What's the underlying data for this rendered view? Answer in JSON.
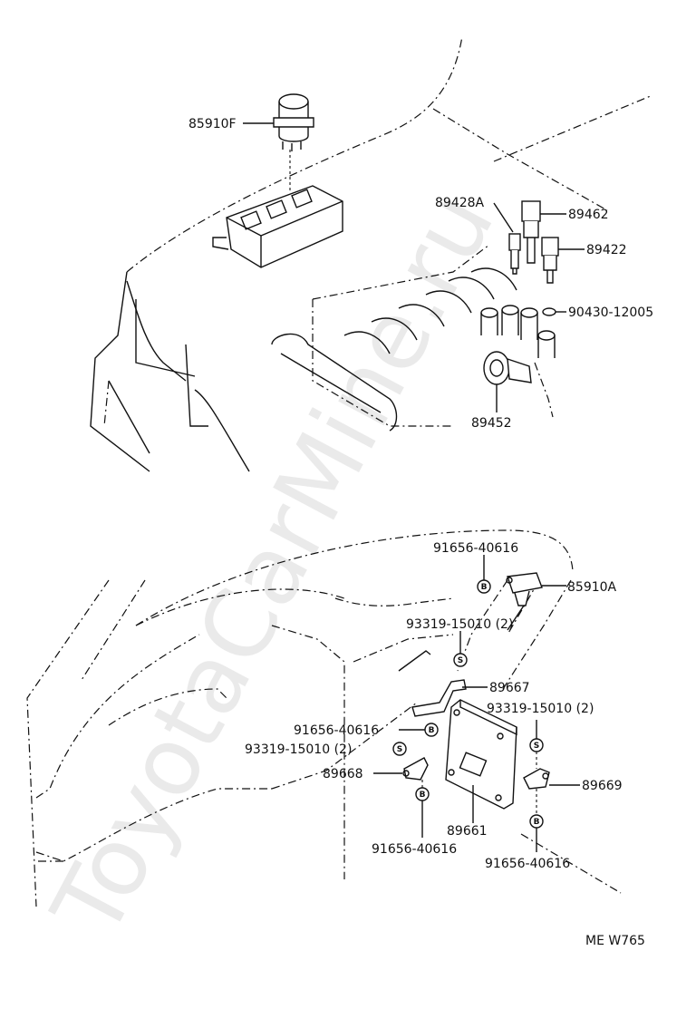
{
  "watermark": "ToyotaCarMine.ru",
  "figure_code": "ME W765",
  "part_labels": {
    "relay_top": "85910F",
    "sensor_a": "89428A",
    "sensor_b": "89462",
    "sensor_c": "89422",
    "gasket": "90430-12005",
    "sensor_d": "89452",
    "bolt_top": "91656-40616",
    "relay_cab": "85910A",
    "screw_top": "93319-15010 (2)",
    "bracket_top": "89667",
    "screw_right": "93319-15010 (2)",
    "bolt_left": "91656-40616",
    "screw_left": "93319-15010 (2)",
    "bracket_left": "89668",
    "bracket_right": "89669",
    "ecu": "89661",
    "bolt_bottom_left": "91656-40616",
    "bolt_bottom_right": "91656-40616"
  },
  "symbols": {
    "bolt": "B",
    "screw": "S"
  }
}
